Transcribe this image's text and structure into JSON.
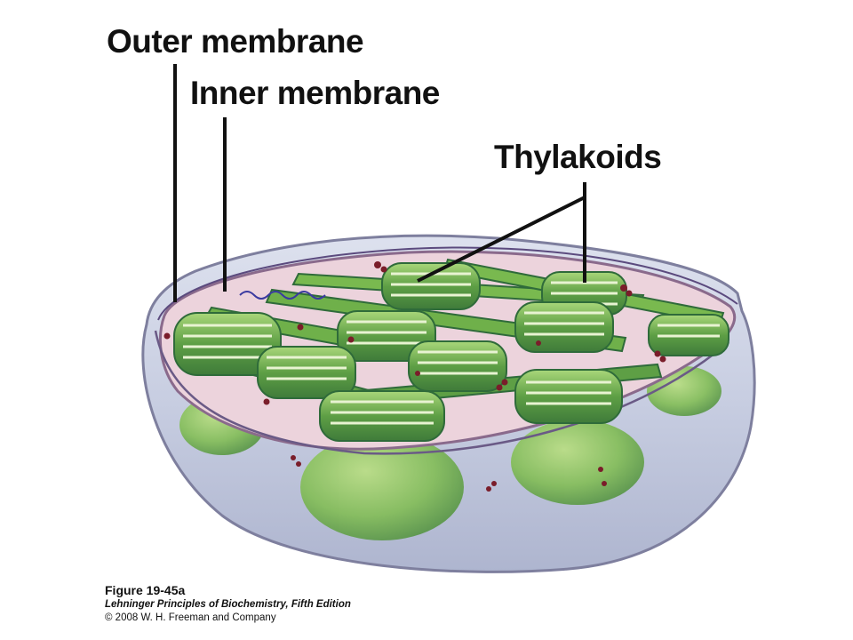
{
  "labels": {
    "outer_membrane": "Outer membrane",
    "inner_membrane": "Inner membrane",
    "thylakoids": "Thylakoids"
  },
  "caption": {
    "figure": "Figure 19-45a",
    "book": "Lehninger Principles of Biochemistry, Fifth Edition",
    "copyright": "© 2008 W. H. Freeman and Company"
  },
  "colors": {
    "outer_shell": "#c9cfe2",
    "inner_membrane": "#e9cfd8",
    "stroma_rim": "#8a6a8c",
    "thylakoid_green": "#6fb04a",
    "thylakoid_dark": "#2f6b3a",
    "granum_body": "#8cc45a",
    "ribosome": "#7a1d2a",
    "dna": "#3a3aa0"
  }
}
